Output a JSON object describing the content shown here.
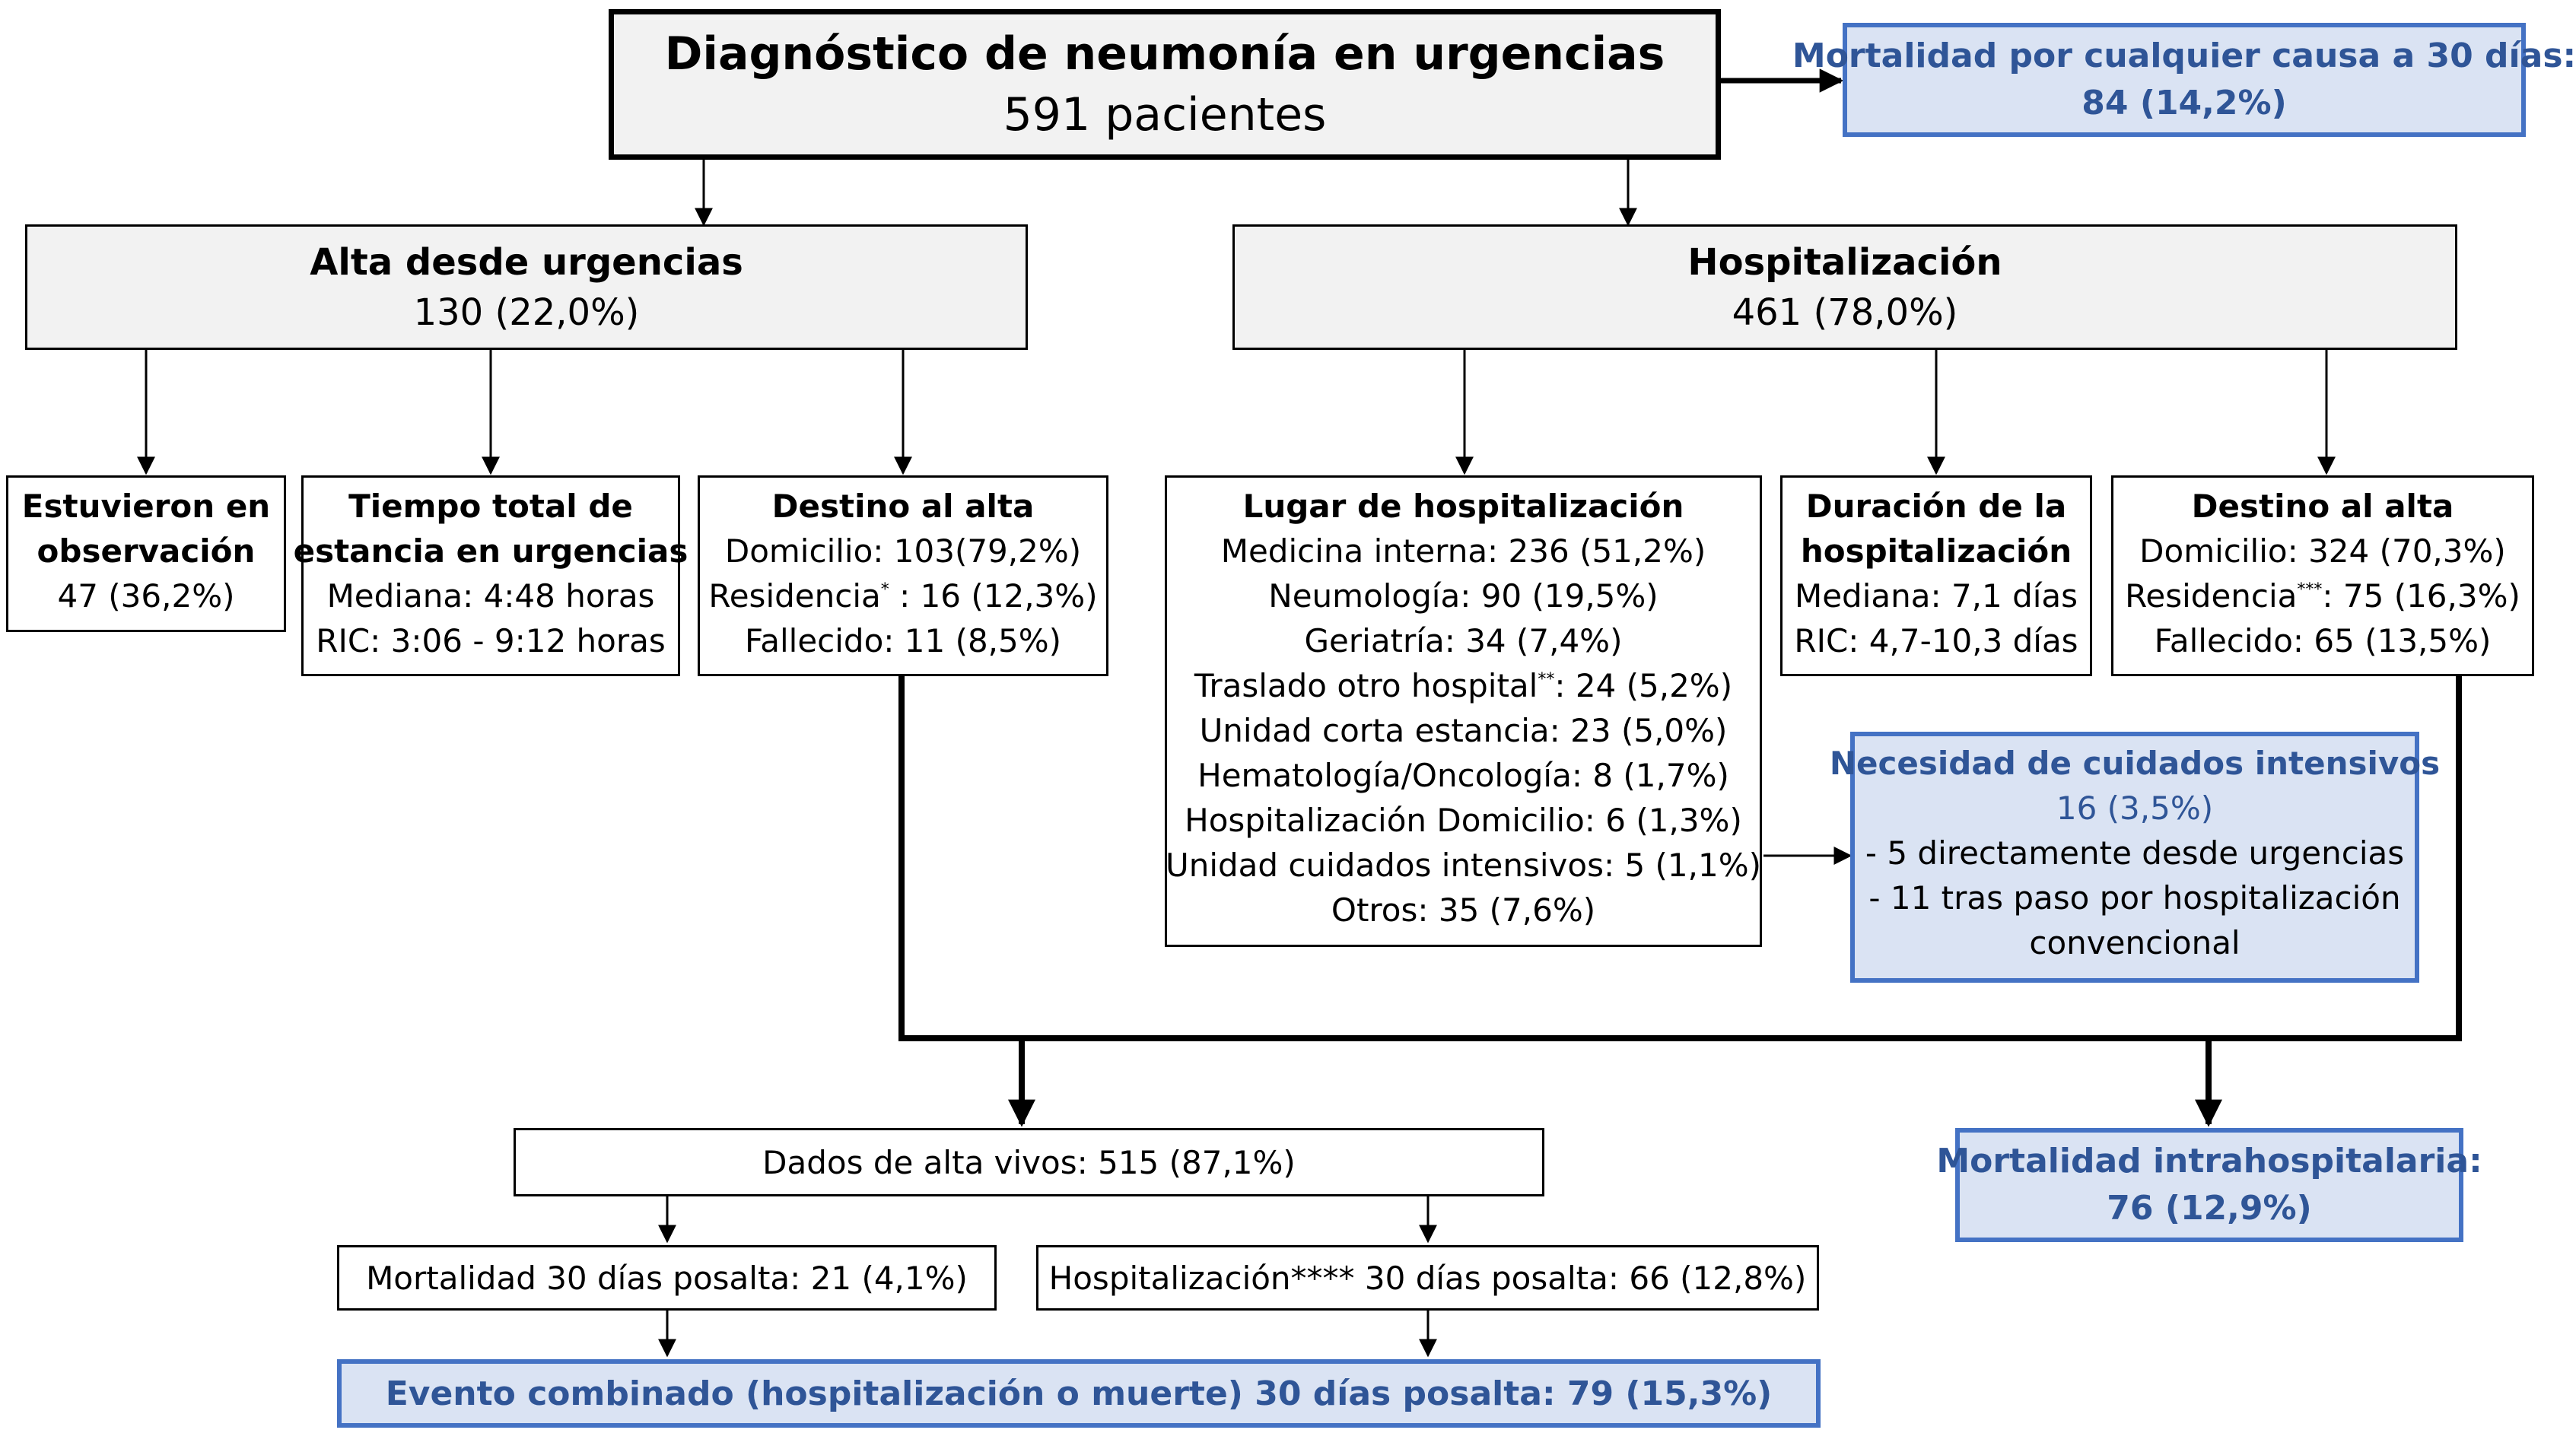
{
  "main": {
    "title": "Diagnóstico de neumonía en urgencias",
    "count": "591 pacientes"
  },
  "mortality_30": {
    "title": "Mortalidad por cualquier causa a 30 días:",
    "value": "84 (14,2%)"
  },
  "alta": {
    "title": "Alta desde urgencias",
    "value": "130 (22,0%)"
  },
  "hosp": {
    "title": "Hospitalización",
    "value": "461 (78,0%)"
  },
  "observacion": {
    "title_1": "Estuvieron en",
    "title_2": "observación",
    "value": "47 (36,2%)"
  },
  "tiempo": {
    "title_1": "Tiempo total de",
    "title_2": "estancia en urgencias",
    "mediana": "Mediana: 4:48 horas",
    "ric": "RIC: 3:06 - 9:12 horas"
  },
  "destino_alta_urg": {
    "title": "Destino al alta",
    "domicilio": "Domicilio: 103(79,2%)",
    "residencia_label": "Residencia",
    "residencia_mark": "*",
    "residencia_value": " : 16 (12,3%)",
    "fallecido": "Fallecido: 11 (8,5%)"
  },
  "lugar": {
    "title": "Lugar de hospitalización",
    "items": [
      "Medicina interna: 236 (51,2%)",
      "Neumología: 90 (19,5%)",
      "Geriatría: 34 (7,4%)"
    ],
    "traslado_label": "Traslado otro hospital",
    "traslado_mark": "**",
    "traslado_value": ": 24 (5,2%)",
    "items_2": [
      "Unidad corta estancia: 23 (5,0%)",
      "Hematología/Oncología: 8 (1,7%)",
      "Hospitalización Domicilio: 6 (1,3%)",
      "Unidad cuidados intensivos: 5 (1,1%)",
      "Otros: 35 (7,6%)"
    ]
  },
  "duracion": {
    "title_1": "Duración de la",
    "title_2": "hospitalización",
    "mediana": "Mediana: 7,1 días",
    "ric": "RIC: 4,7-10,3 días"
  },
  "destino_alta_hosp": {
    "title": "Destino al alta",
    "domicilio": "Domicilio: 324 (70,3%)",
    "residencia_label": "Residencia",
    "residencia_mark": "***",
    "residencia_value": ": 75 (16,3%)",
    "fallecido": "Fallecido: 65 (13,5%)"
  },
  "uci": {
    "title": "Necesidad de cuidados intensivos",
    "value": "16 (3,5%)",
    "line_1": "- 5 directamente desde urgencias",
    "line_2": "- 11 tras paso por hospitalización",
    "line_3": "convencional"
  },
  "vivos": {
    "label": "Dados de alta vivos: 515 (87,1%)"
  },
  "mort_intra": {
    "title": "Mortalidad intrahospitalaria:",
    "value": "76 (12,9%)"
  },
  "mort_posalta": {
    "label": "Mortalidad 30 días posalta: 21 (4,1%)"
  },
  "hosp_posalta": {
    "label": "Hospitalización**** 30 días posalta: 66 (12,8%)"
  },
  "evento": {
    "label": "Evento combinado (hospitalización o muerte) 30 días posalta: 79 (15,3%)"
  },
  "colors": {
    "blue_fill": "#dae3f3",
    "blue_border": "#4472c4",
    "blue_text": "#2f5597",
    "grey_fill": "#f2f2f2"
  }
}
